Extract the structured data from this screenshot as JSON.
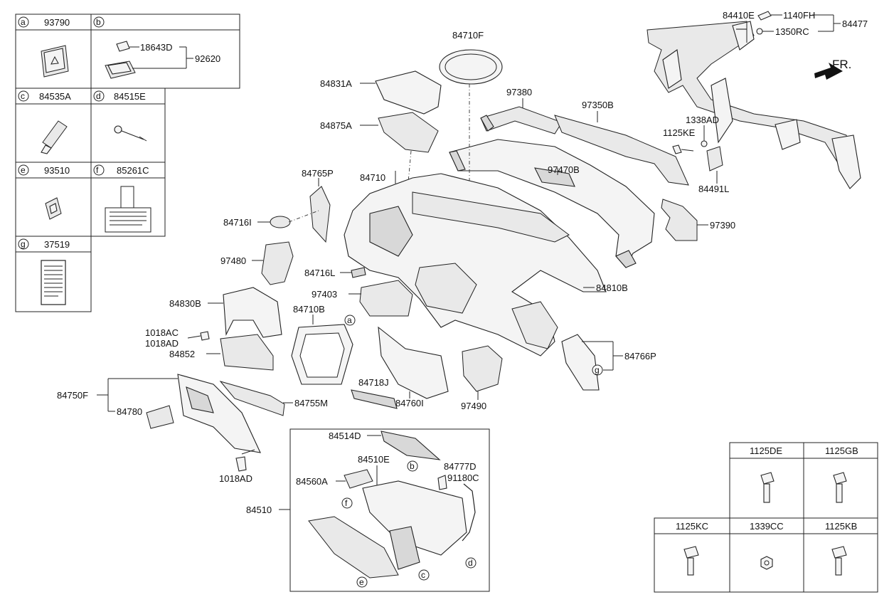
{
  "legend": {
    "cells": [
      {
        "letter": "a",
        "code": "93790"
      },
      {
        "letter": "b",
        "code": ""
      },
      {
        "letter": "c",
        "code": "84535A"
      },
      {
        "letter": "d",
        "code": "84515E"
      },
      {
        "letter": "e",
        "code": "93510"
      },
      {
        "letter": "f",
        "code": "85261C"
      },
      {
        "letter": "g",
        "code": "37519"
      }
    ],
    "b_sub": [
      "18643D",
      "92620"
    ]
  },
  "direction_label": "FR.",
  "callouts": {
    "p84710F": "84710F",
    "p84831A": "84831A",
    "p84875A": "84875A",
    "p97380": "97380",
    "p97350B": "97350B",
    "p84410E": "84410E",
    "p1140FH": "1140FH",
    "p1350RC": "1350RC",
    "p84477": "84477",
    "p1338AD": "1338AD",
    "p1125KE": "1125KE",
    "p84491L": "84491L",
    "p97470B": "97470B",
    "p97390": "97390",
    "p84765P": "84765P",
    "p84710": "84710",
    "p84716I": "84716I",
    "p97480": "97480",
    "p84716L": "84716L",
    "p84810B": "84810B",
    "p97403": "97403",
    "p84830B": "84830B",
    "p84710B": "84710B",
    "p1018AC": "1018AC",
    "p1018AD_a": "1018AD",
    "p84852": "84852",
    "p84766P": "84766P",
    "p84750F": "84750F",
    "p84718J": "84718J",
    "p84760I": "84760I",
    "p97490": "97490",
    "p84755M": "84755M",
    "p84780": "84780",
    "p1018AD_b": "1018AD",
    "p84514D": "84514D",
    "p84510E": "84510E",
    "p84777D": "84777D",
    "p84560A": "84560A",
    "p91180C": "91180C",
    "p84510": "84510"
  },
  "circle_refs": {
    "a": "a",
    "b": "b",
    "c": "c",
    "d": "d",
    "e": "e",
    "f": "f",
    "g": "g"
  },
  "fastener_table": {
    "row1": [
      "1125DE",
      "1125GB"
    ],
    "row2": [
      "1125KC",
      "1339CC",
      "1125KB"
    ]
  }
}
